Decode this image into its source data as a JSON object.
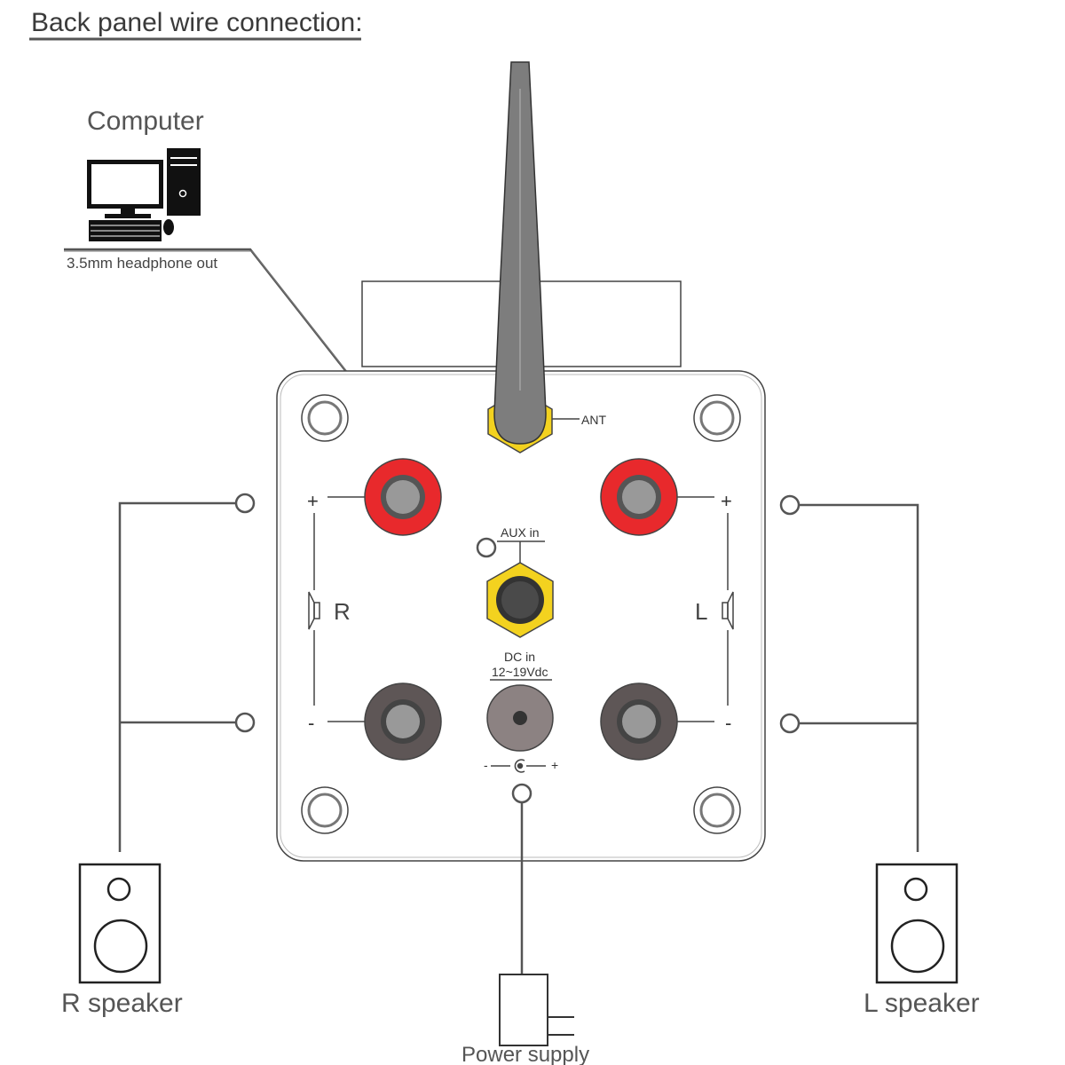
{
  "title": "Back panel wire connection:",
  "computer": {
    "label": "Computer",
    "output_label": "3.5mm headphone out"
  },
  "panel": {
    "antenna_label": "ANT",
    "aux_label": "AUX in",
    "dc_label_line1": "DC in",
    "dc_label_line2": "12~19Vdc",
    "dc_minus": "-",
    "dc_plus": "+",
    "right_channel": {
      "letter": "R",
      "plus": "+",
      "minus": "-"
    },
    "left_channel": {
      "letter": "L",
      "plus": "+",
      "minus": "-"
    }
  },
  "speakers": {
    "right_label": "R speaker",
    "left_label": "L speaker"
  },
  "power_supply_label": "Power supply",
  "colors": {
    "positive_terminal": "#e8292c",
    "negative_terminal": "#5e5656",
    "connector_gold": "#f3d21f",
    "antenna": "#7d7d7d",
    "wire": "#555555"
  }
}
